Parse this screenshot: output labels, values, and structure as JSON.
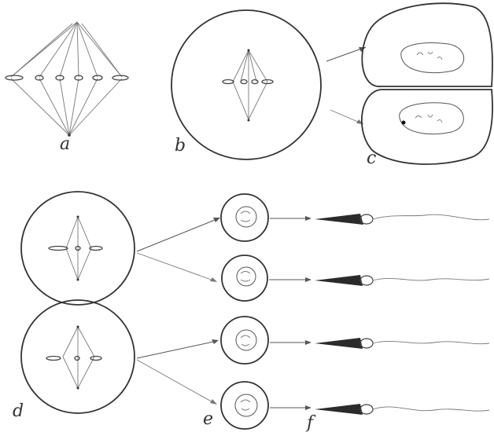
{
  "figure": {
    "labels": {
      "a": "a",
      "b": "b",
      "c_top": "c",
      "d": "d",
      "e": "e",
      "f": "f"
    }
  }
}
